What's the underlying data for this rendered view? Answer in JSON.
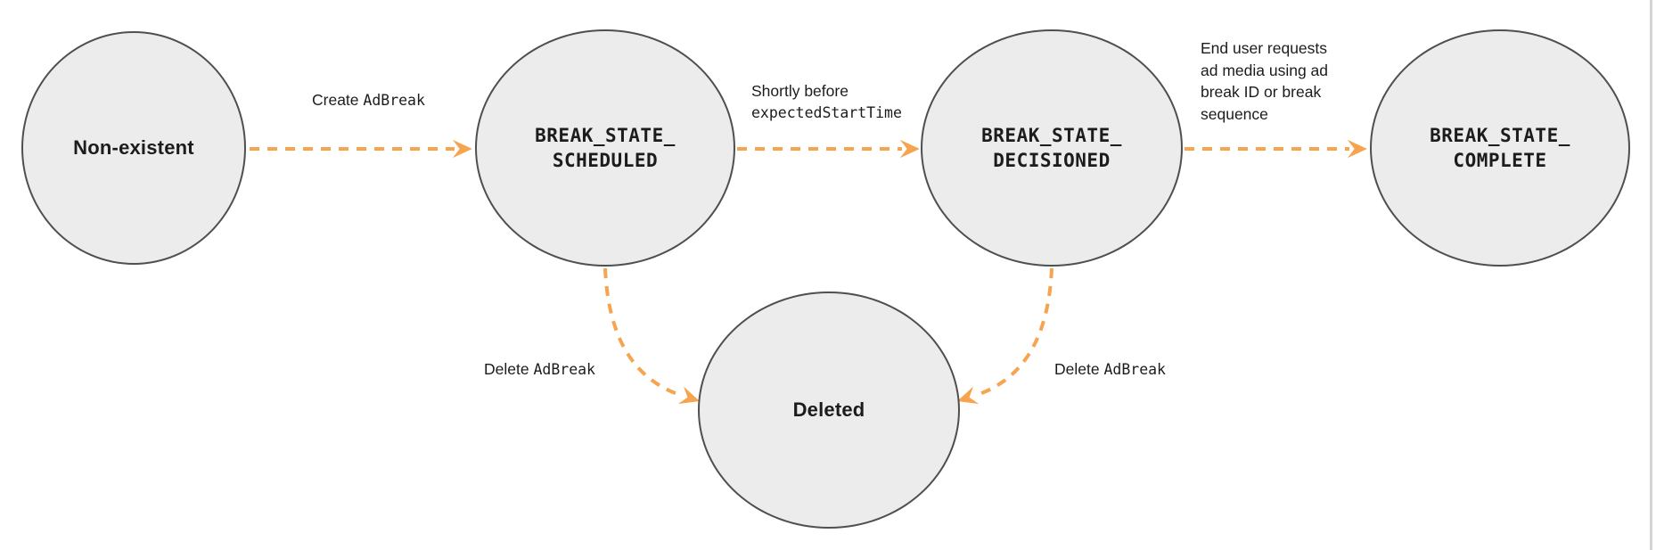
{
  "colors": {
    "background": "#ffffff",
    "accent": "#F6A44F",
    "node_fill": "#ECECEC",
    "node_border": "#4F4F4F",
    "text": "#1C1C1C",
    "page_edge": "#D5D5D5"
  },
  "nodes": {
    "non_existent": {
      "label": "Non-existent"
    },
    "scheduled": {
      "line1": "BREAK_STATE_",
      "line2": "SCHEDULED"
    },
    "decisioned": {
      "line1": "BREAK_STATE_",
      "line2": "DECISIONED"
    },
    "complete": {
      "line1": "BREAK_STATE_",
      "line2": "COMPLETE"
    },
    "deleted": {
      "label": "Deleted"
    }
  },
  "edges": {
    "create": {
      "prefix": "Create ",
      "code": "AdBreak"
    },
    "shortly": {
      "line1": "Shortly before",
      "line2_code": "expectedStartTime"
    },
    "end_user": {
      "text": "End user requests\nad media using ad\nbreak ID or break\nsequence"
    },
    "delete_left": {
      "prefix": "Delete ",
      "code": "AdBreak"
    },
    "delete_right": {
      "prefix": "Delete ",
      "code": "AdBreak"
    }
  }
}
